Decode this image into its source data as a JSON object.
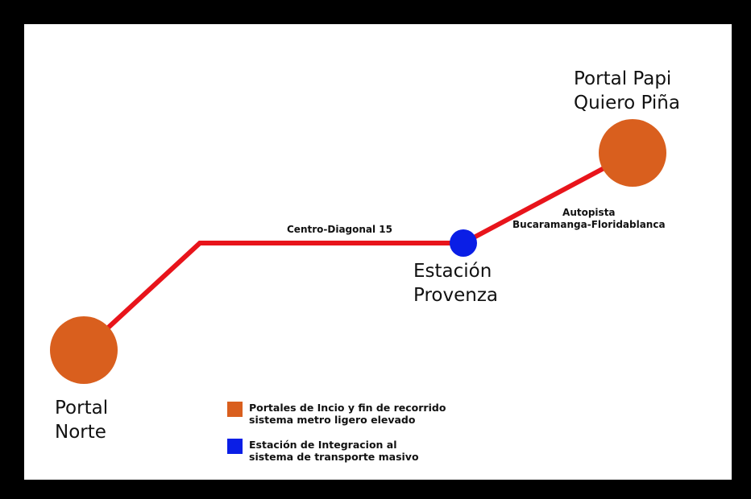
{
  "colors": {
    "route_line": "#e8141b",
    "portal_station": "#d95f1e",
    "integration_station": "#0a1ee6",
    "frame_border": "#000000",
    "background": "#ffffff"
  },
  "stations": {
    "portal_norte": "Portal\nNorte",
    "portal_papi": "Portal Papi\nQuiero Piña",
    "provenza": "Estación\nProvenza"
  },
  "segments": {
    "centro": "Centro-Diagonal 15",
    "autopista": "Autopista\nBucaramanga-Floridablanca"
  },
  "legend": {
    "items": [
      {
        "color_key": "portal_station",
        "text": "Portales de Incio y fin de recorrido\nsistema metro ligero elevado"
      },
      {
        "color_key": "integration_station",
        "text": "Estación de Integracion al\nsistema de transporte masivo"
      }
    ]
  }
}
